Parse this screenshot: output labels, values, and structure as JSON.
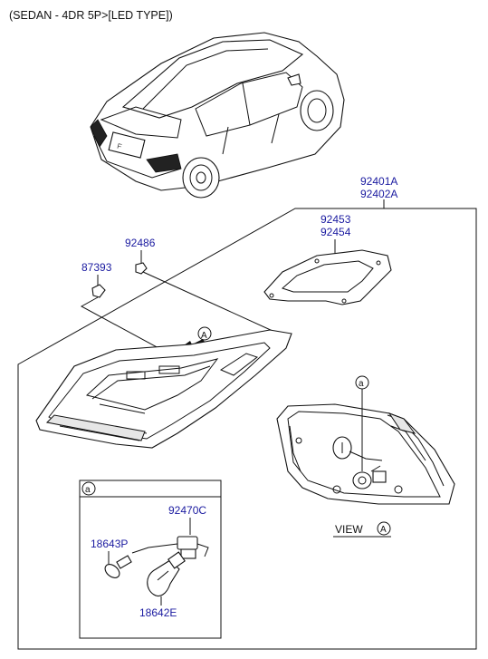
{
  "header": {
    "title": "(SEDAN - 4DR 5P>[LED TYPE])"
  },
  "parts": {
    "assembly_lh": "92401A",
    "assembly_rh": "92402A",
    "gasket_lh": "92453",
    "gasket_rh": "92454",
    "nut": "92486",
    "screw": "87393",
    "socket": "92470C",
    "bulb_small": "18643P",
    "bulb_large": "18642E"
  },
  "callouts": {
    "view_marker": "A",
    "detail_marker": "a",
    "view_label": "VIEW",
    "view_letter": "A",
    "inset_marker": "a",
    "inset_letter": "a"
  }
}
